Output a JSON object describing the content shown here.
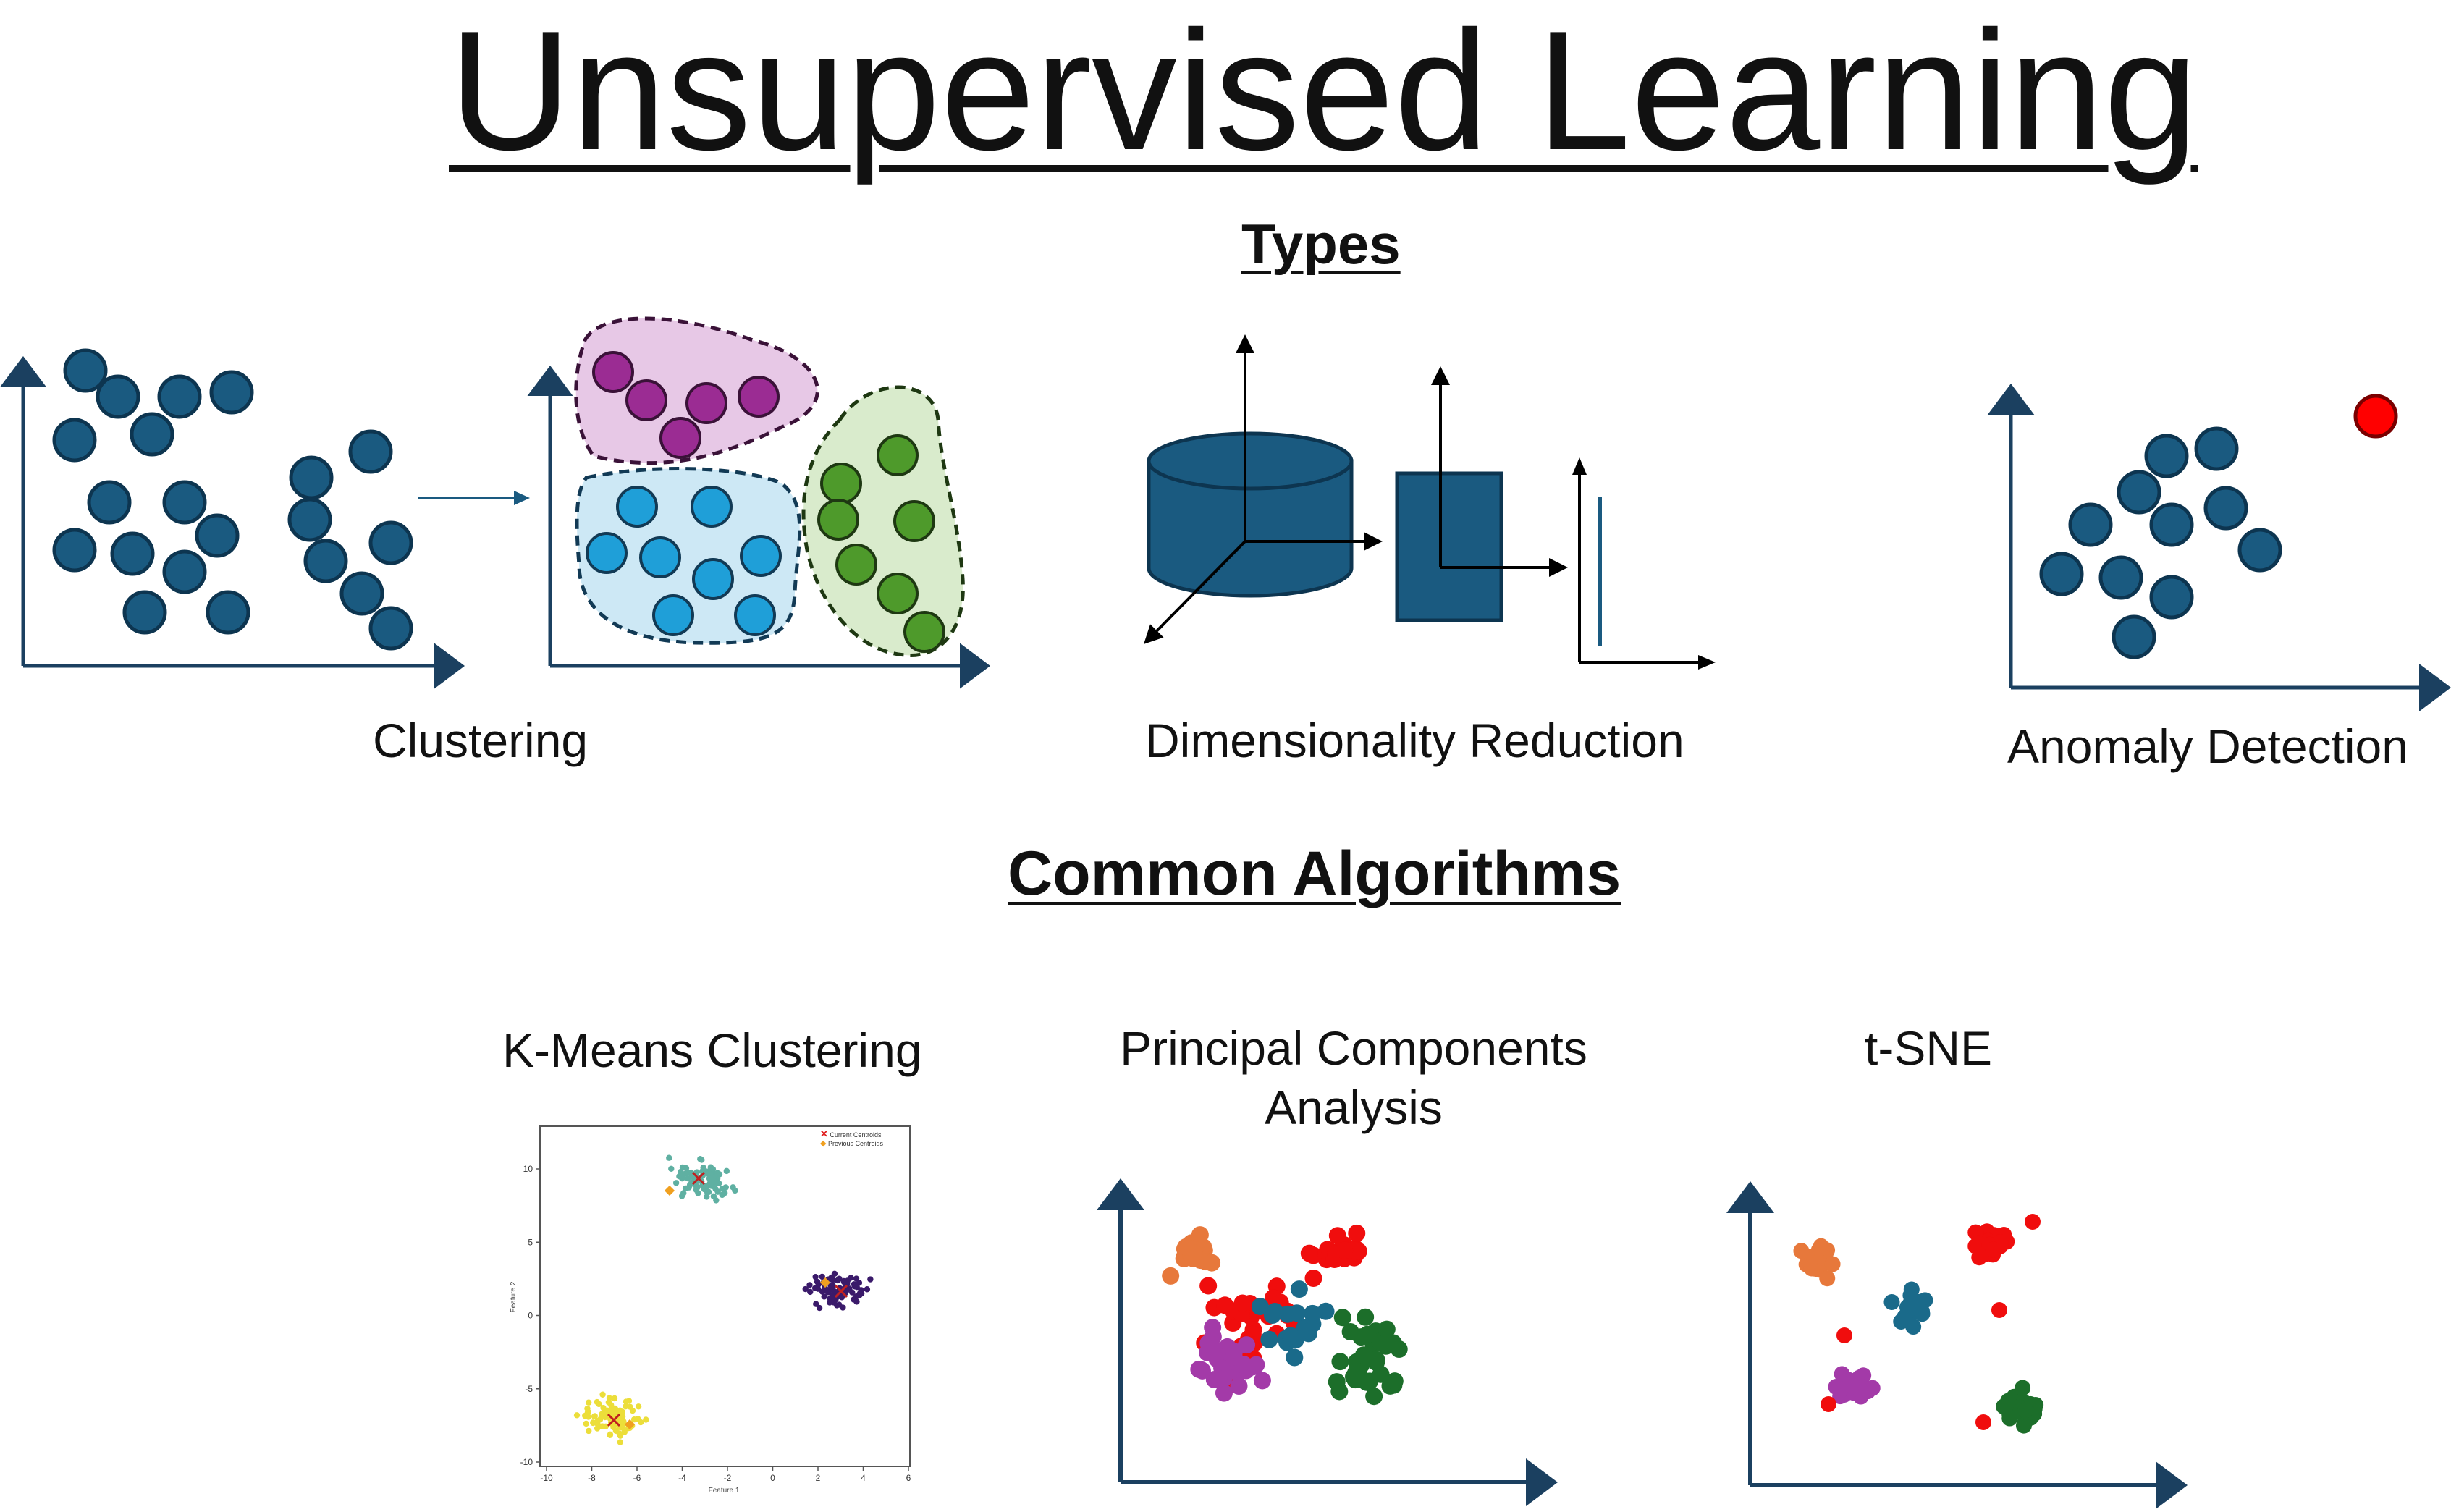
{
  "title": "Unsupervised Learning",
  "sections": {
    "types_heading": "Types",
    "algorithms_heading": "Common Algorithms"
  },
  "types": {
    "clustering_label": "Clustering",
    "dimensionality_label": "Dimensionality Reduction",
    "anomaly_label": "Anomaly Detection"
  },
  "algorithms": {
    "kmeans_label": "K-Means Clustering",
    "pca_label_line1": "Principal Components",
    "pca_label_line2": "Analysis",
    "tsne_label": "t-SNE"
  },
  "kmeans_plot": {
    "legend": [
      "Current Centroids",
      "Previous Centroids"
    ],
    "xlabel": "Feature 1",
    "ylabel": "Feature 2",
    "xticks": [
      "-10",
      "-8",
      "-6",
      "-4",
      "-2",
      "0",
      "2",
      "4",
      "6"
    ],
    "yticks": [
      "10",
      "5",
      "0",
      "-5",
      "-10"
    ]
  },
  "colors": {
    "dot": "#1a5a80",
    "axis": "#1b4060",
    "purple": "#9b2c93",
    "purple_fill": "#e7c8e6",
    "blue": "#1f9fd8",
    "blue_fill": "#cde8f5",
    "green": "#4e9a2b",
    "green_fill": "#d9ebcc",
    "anomaly": "#ff0000",
    "orange": "#e7783b",
    "red": "#f00d0d",
    "magenta": "#a33aa8",
    "teal": "#1a6a8a",
    "dark_green": "#1c6e2a"
  }
}
